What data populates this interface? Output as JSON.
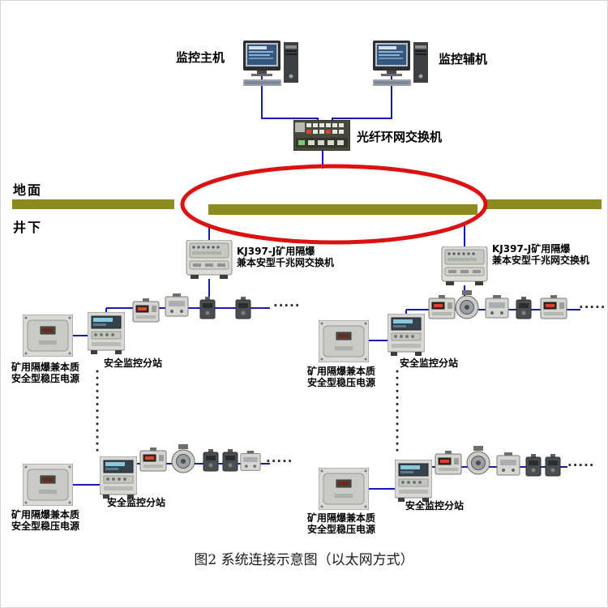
{
  "caption": "图2 系统连接示意图（以太网方式）",
  "labels": {
    "ground": "地面",
    "underground": "井下",
    "main_host": "监控主机",
    "aux_host": "监控辅机",
    "ring_switch": "光纤环网交换机",
    "mine_switch_line1": "KJ397-J矿用隔爆",
    "mine_switch_line2": "兼本安型千兆网交换机",
    "substation": "安全监控分站",
    "power_line1": "矿用隔爆兼本质",
    "power_line2": "安全型稳压电源",
    "ellipsis": "·····"
  },
  "colors": {
    "wire_blue": "#1a1aad",
    "ring_red": "#dd1111",
    "ground_bar_olive": "#8b8b1e"
  },
  "icons": [
    "computer-icon",
    "fiber-ring-switch-icon",
    "mine-flameproof-switch-icon",
    "power-supply-box-icon",
    "monitoring-substation-icon",
    "display-sensor-icon",
    "gauge-sensor-icon",
    "small-dark-sensor-icon",
    "plain-box-sensor-icon"
  ]
}
